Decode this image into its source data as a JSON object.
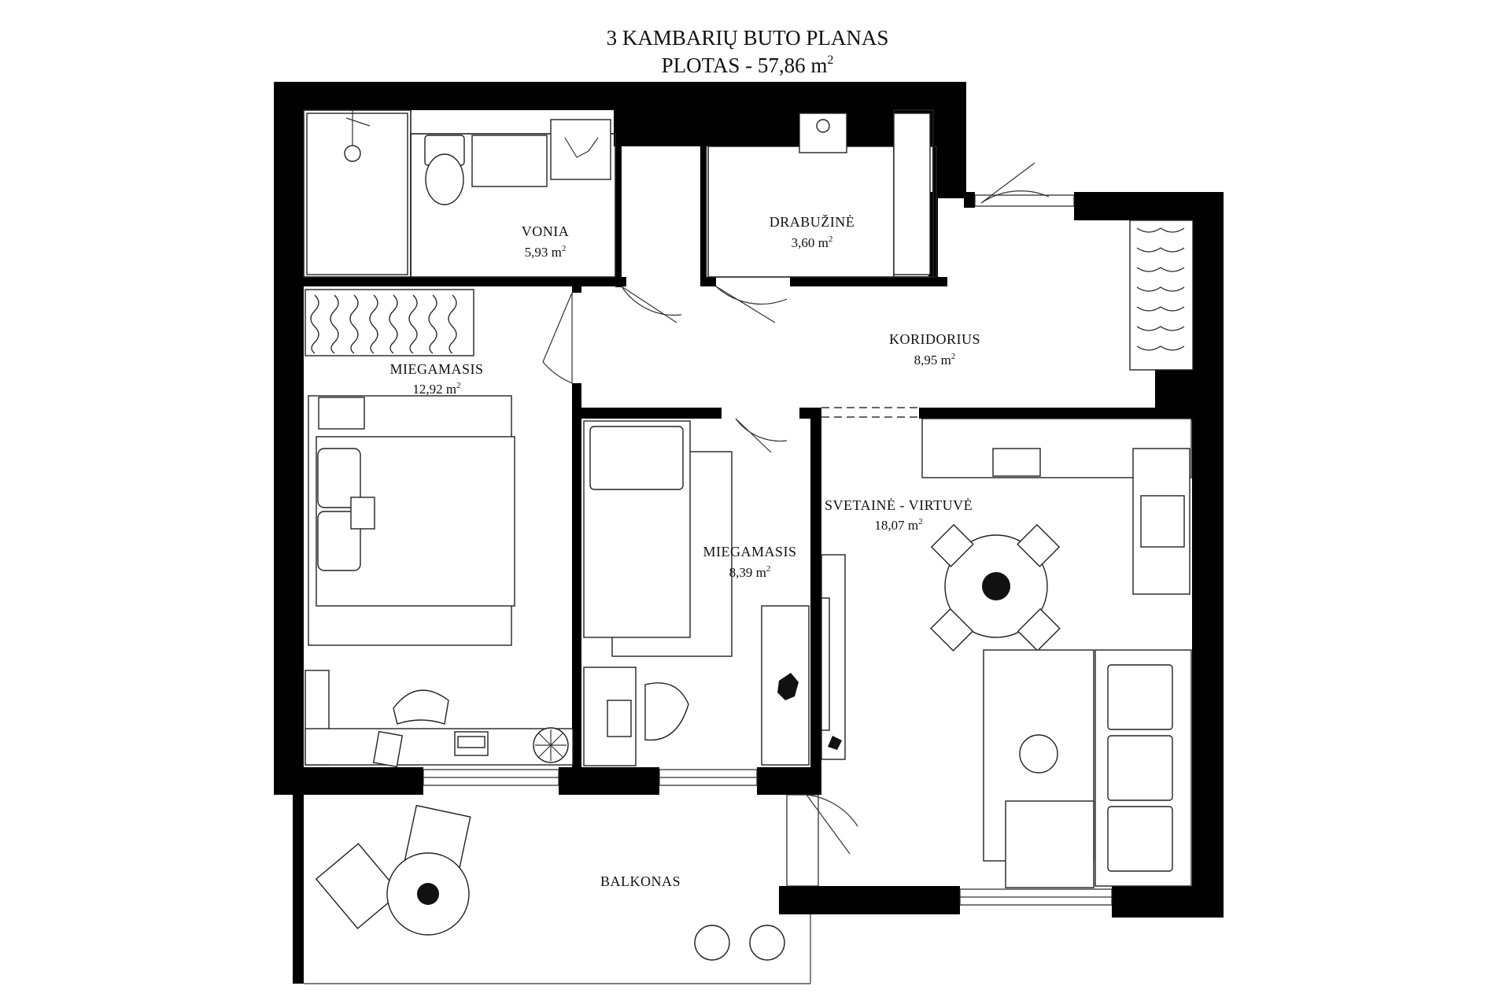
{
  "title": {
    "line1": "3 KAMBARIŲ BUTO PLANAS",
    "line2_prefix": "PLOTAS - 57,86 m",
    "line2_sup": "2"
  },
  "rooms": {
    "vonia": {
      "name": "VONIA",
      "area": "5,93 m",
      "sup": "2"
    },
    "drabuzine": {
      "name": "DRABUŽINĖ",
      "area": "3,60 m",
      "sup": "2"
    },
    "koridorius": {
      "name": "KORIDORIUS",
      "area": "8,95 m",
      "sup": "2"
    },
    "miegamasis1": {
      "name": "MIEGAMASIS",
      "area": "12,92 m",
      "sup": "2"
    },
    "miegamasis2": {
      "name": "MIEGAMASIS",
      "area": "8,39 m",
      "sup": "2"
    },
    "svetaine": {
      "name": "SVETAINĖ - VIRTUVĖ",
      "area": "18,07 m",
      "sup": "2"
    },
    "balkonas": {
      "name": "BALKONAS"
    }
  },
  "icons": [
    "toilet-icon",
    "washing-machine-icon",
    "shower-icon",
    "bed-icon",
    "sofa-icon",
    "dining-table-icon",
    "plant-icon",
    "desk-chair-icon",
    "laptop-icon",
    "lounge-chair-icon"
  ],
  "colors": {
    "wall": "#000000",
    "line": "#222222",
    "background": "#ffffff"
  }
}
